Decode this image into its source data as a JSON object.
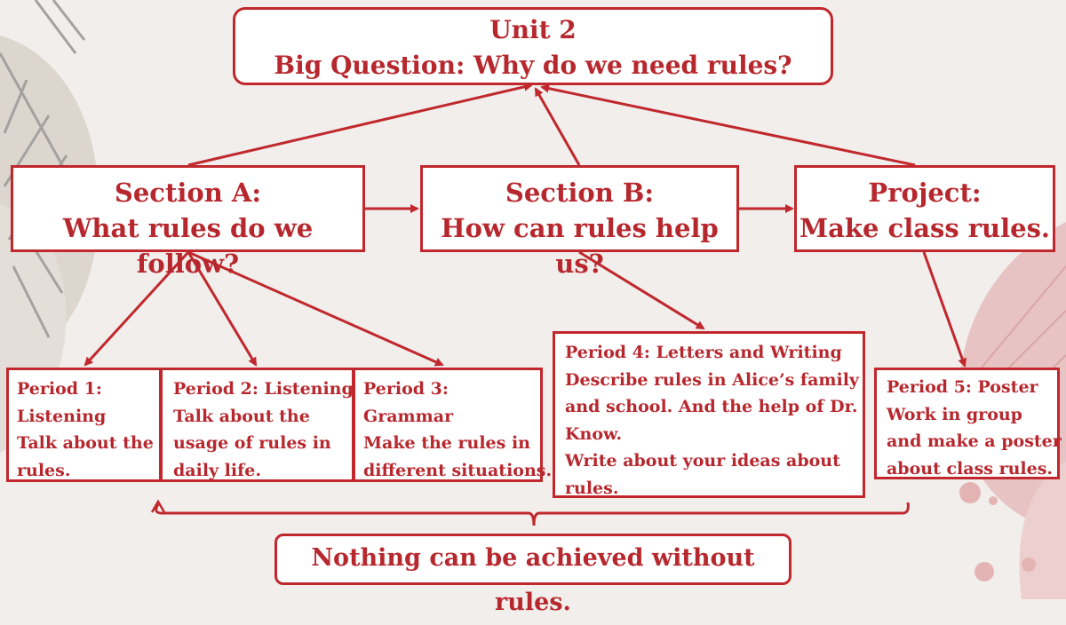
{
  "title": {
    "line1": "Unit 2",
    "line2": "Big Question: Why do we need rules?"
  },
  "sections": {
    "a": {
      "line1": "Section A:",
      "line2": "What rules do we follow?"
    },
    "b": {
      "line1": "Section B:",
      "line2": "How can rules help us?"
    },
    "project": {
      "line1": "Project:",
      "line2": "Make class rules."
    }
  },
  "periods": {
    "p1": [
      "Period 1:",
      "Listening",
      "Talk about the",
      "rules."
    ],
    "p2": [
      "Period 2: Listening",
      "Talk about the",
      "usage of rules in",
      "daily life."
    ],
    "p3": [
      "Period 3:",
      "Grammar",
      "Make the rules in",
      "different situations."
    ],
    "p4": [
      "Period 4: Letters and Writing",
      "Describe rules in Alice’s family",
      "and school. And the help of Dr.",
      "Know.",
      "Write about your ideas about",
      "rules."
    ],
    "p5": [
      "Period 5: Poster",
      "Work in group",
      "and make a poster",
      "about class rules."
    ]
  },
  "conclusion": "Nothing can be achieved without rules.",
  "colors": {
    "accent": "#c0282d",
    "text": "#b7282e",
    "background": "#f1eeec"
  }
}
